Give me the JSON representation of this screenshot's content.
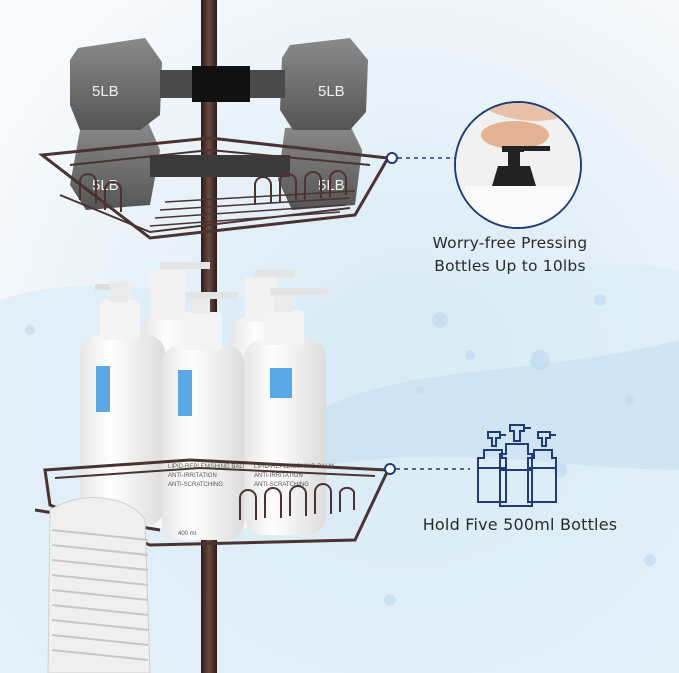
{
  "weights": {
    "label": "5LB"
  },
  "callouts": {
    "pressing": {
      "line1": "Worry-free Pressing",
      "line2": "Bottles Up to 10lbs",
      "icon": "finger-pressing-pump-icon"
    },
    "bottles": {
      "text": "Hold Five 500ml Bottles",
      "icon": "three-pump-bottles-icon"
    }
  },
  "bottle_label": {
    "line1": "LIPID-REPLENISHING BALM",
    "line2": "ANTI-IRRITATION",
    "line3": "ANTI-SCRATCHING",
    "volume": "400 ml"
  },
  "colors": {
    "frame": "#4a3330",
    "pole": "#3e2825",
    "dumbbell": "#6e6e6e",
    "water": "#cfe4f1",
    "icon_outline": "#1f3b78",
    "label_accent": "#5aa9e6"
  }
}
